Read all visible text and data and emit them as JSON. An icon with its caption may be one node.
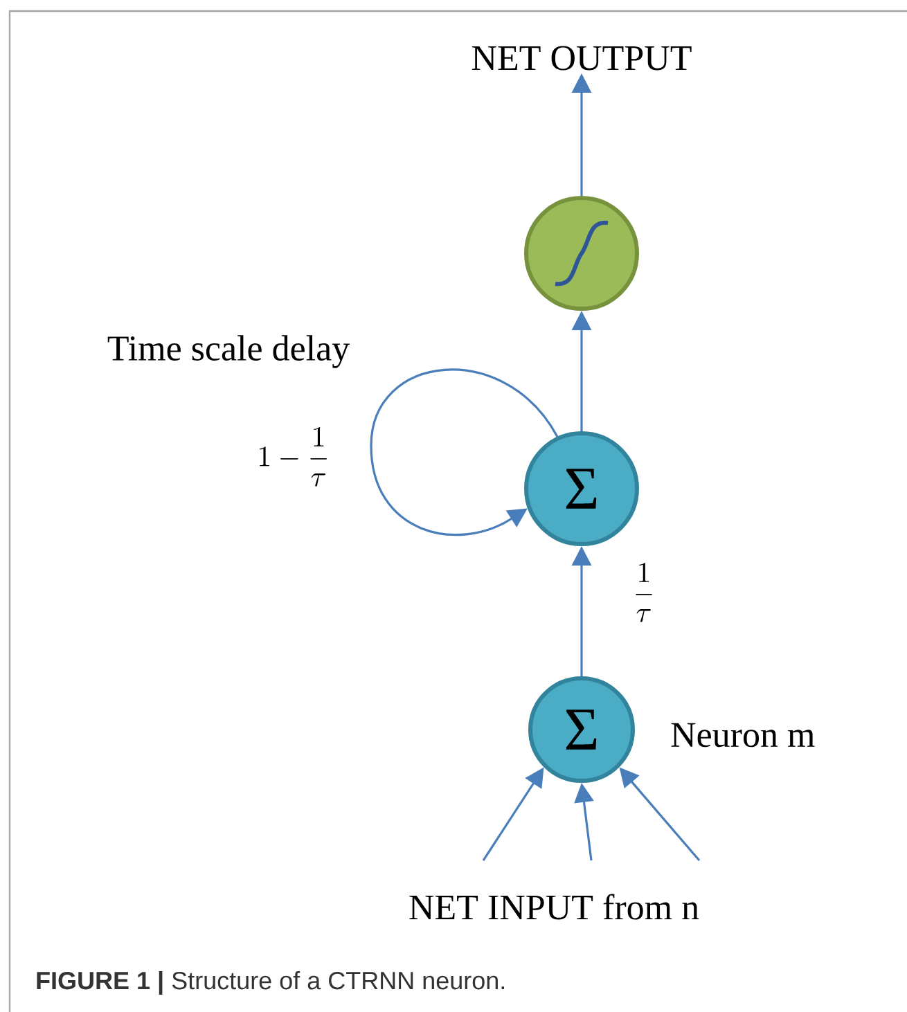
{
  "diagram": {
    "caption": "**FIGURE 1 |** Structure of a CTRNN neuron.",
    "nodes": [
      {
        "text": [
          "NET OUTPUT"
        ]
      },
      {
        "text": [],
        "shape": "circle"
      },
      {
        "text": [
          "Σ"
        ]
      },
      {
        "text": [
          "Σ"
        ],
        "beside": [
          "Neuron m"
        ]
      },
      {
        "text": [
          "NET INPUT from n"
        ]
      }
    ],
    "edges": [
      {
        "from": 1,
        "to": 0,
        "arrow": "to"
      },
      {
        "from": 2,
        "to": 1,
        "arrow": "to"
      },
      {
        "from": 2,
        "to": 2,
        "arrow": "to",
        "label": "1-\\frac{1}{\\tau}"
      },
      {
        "from": 3,
        "to": 2,
        "arrow": "to",
        "label": "\\frac{1}{\\tau}"
      },
      {
        "from": 4,
        "to": 3,
        "arrow": "to"
      },
      {
        "from": 4,
        "to": 3,
        "arrow": "to"
      },
      {
        "from": 4,
        "to": 3,
        "arrow": "to"
      }
    ],
    "labels": [
      "Time scale delay"
    ]
  }
}
